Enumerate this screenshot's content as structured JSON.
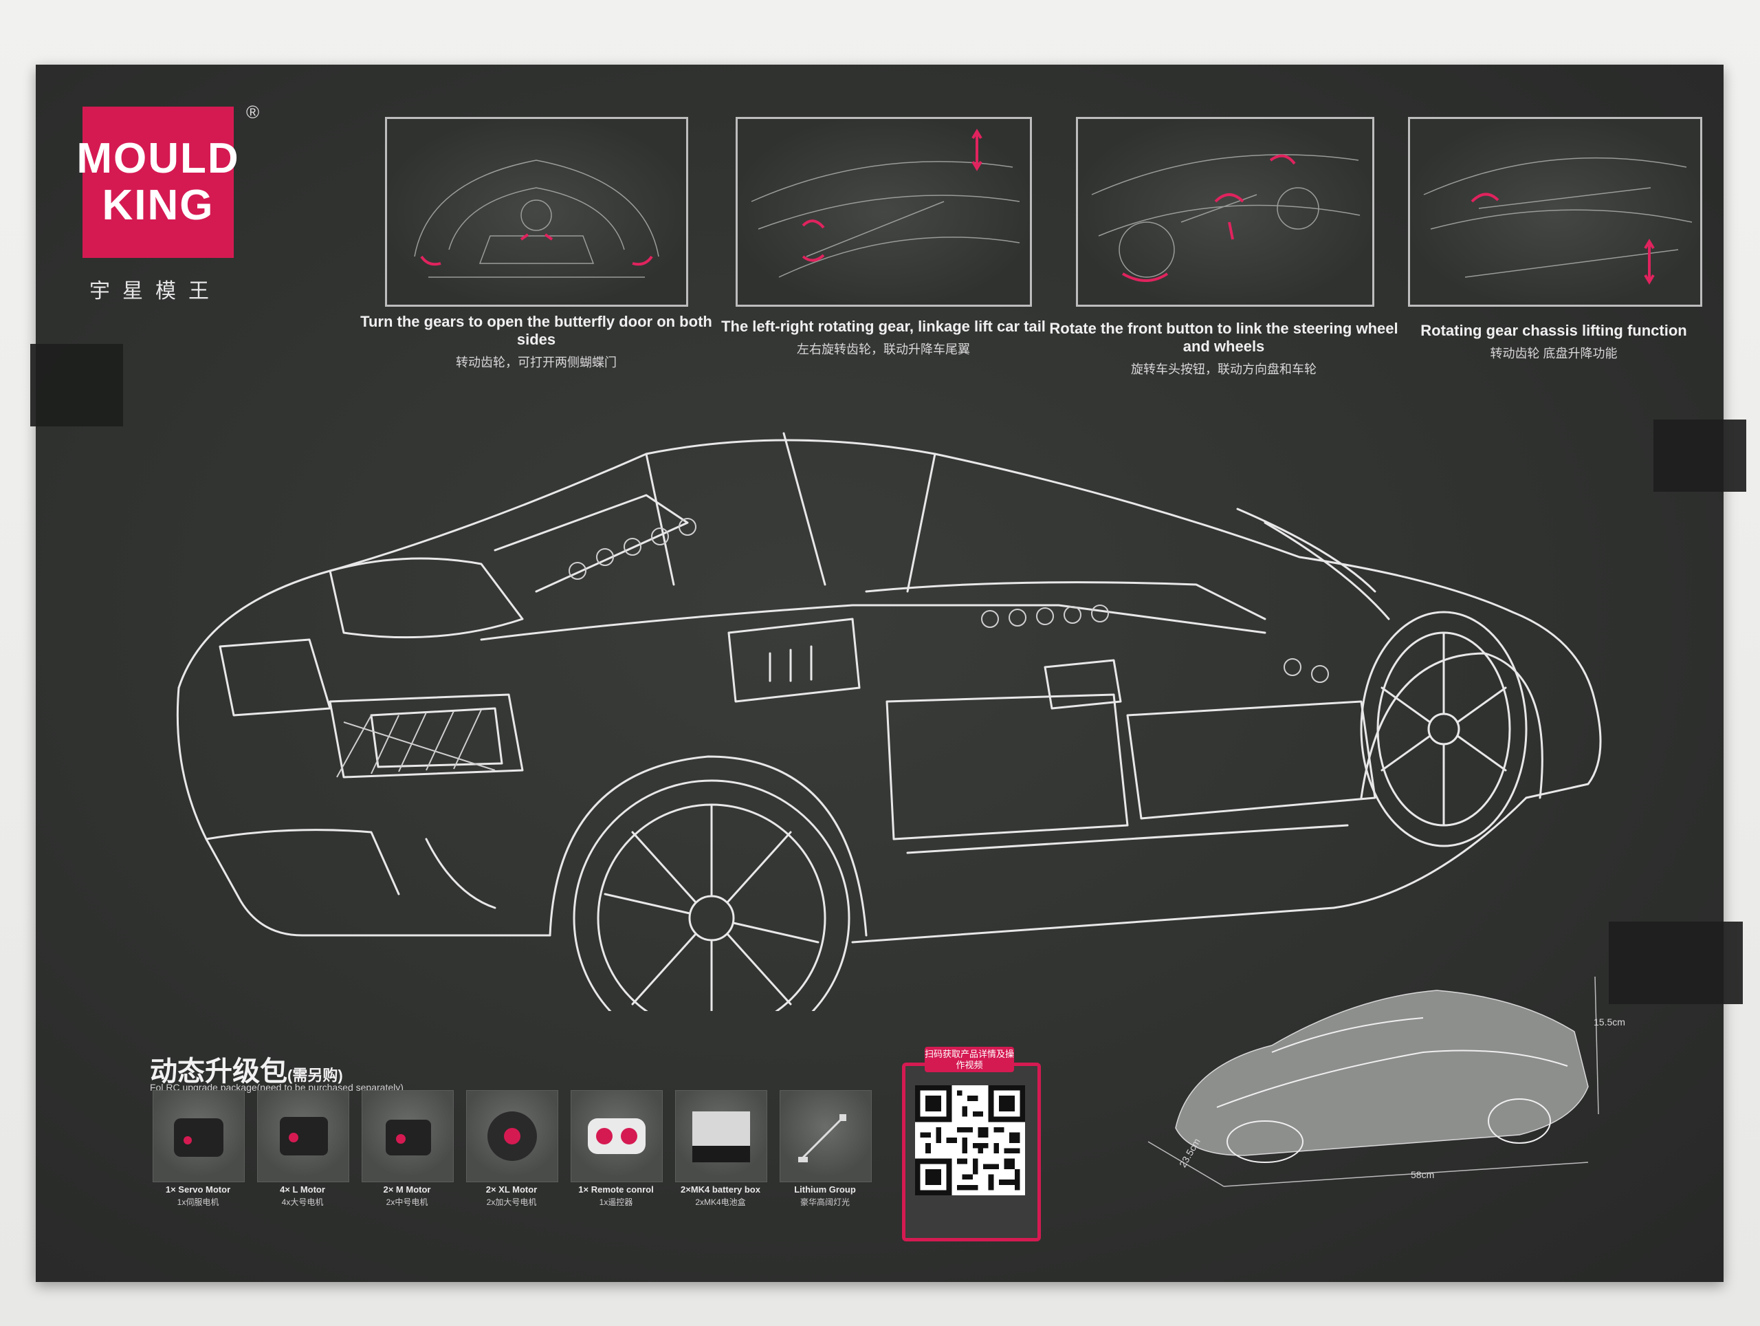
{
  "brand": {
    "logo_line1": "MOULD",
    "logo_line2": "KING",
    "registered": "®",
    "chinese_name": "宇星模王",
    "color": "#d51a52"
  },
  "features": [
    {
      "en": "Turn the gears to open the butterfly door on both sides",
      "cn": "转动齿轮，可打开两侧蝴蝶门"
    },
    {
      "en": "The left-right rotating gear, linkage lift car tail",
      "cn": "左右旋转齿轮，联动升降车尾翼"
    },
    {
      "en": "Rotate the front button to link the steering wheel and wheels",
      "cn": "旋转车头按钮，联动方向盘和车轮"
    },
    {
      "en": "Rotating gear chassis lifting function",
      "cn": "转动齿轮 底盘升降功能"
    }
  ],
  "rc_package": {
    "title": "动态升级包",
    "title_note": "(需另购)",
    "subtitle": "Fol RC upgrade package(need to be purchased separately)"
  },
  "modules": [
    {
      "en": "1× Servo Motor",
      "cn": "1x伺服电机",
      "icon": "servo-motor-icon"
    },
    {
      "en": "4× L Motor",
      "cn": "4x大号电机",
      "icon": "l-motor-icon"
    },
    {
      "en": "2× M Motor",
      "cn": "2x中号电机",
      "icon": "m-motor-icon"
    },
    {
      "en": "2× XL Motor",
      "cn": "2x加大号电机",
      "icon": "xl-motor-icon"
    },
    {
      "en": "1× Remote conrol",
      "cn": "1x遥控器",
      "icon": "remote-control-icon"
    },
    {
      "en": "2×MK4 battery box",
      "cn": "2xMK4电池盒",
      "icon": "battery-box-icon"
    },
    {
      "en": "Lithium Group",
      "cn": "豪华高阔灯光",
      "icon": "lithium-light-icon"
    }
  ],
  "qr": {
    "tag": "扫码获取产品详情及操作视频"
  },
  "dimensions": {
    "height": "15.5cm",
    "length": "58cm",
    "width": "23.5cm"
  }
}
